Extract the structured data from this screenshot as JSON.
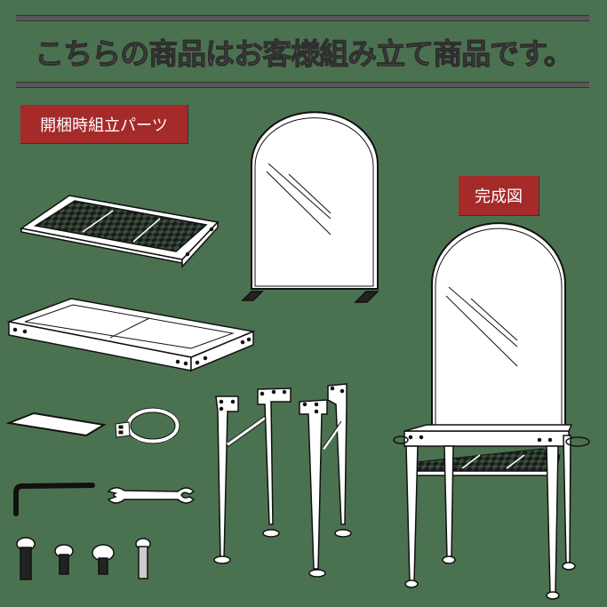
{
  "header": {
    "headline": "こちらの商品はお客様組み立て商品です。"
  },
  "labels": {
    "parts": "開梱時組立パーツ",
    "completed": "完成図"
  },
  "colors": {
    "background": "#4b7250",
    "headline": "#575757",
    "label_bg": "#a52a2a",
    "label_text": "#ffffff",
    "line": "#111111",
    "fill": "#ffffff"
  },
  "parts": [
    {
      "name": "mesh-shelf"
    },
    {
      "name": "mirror-with-stand"
    },
    {
      "name": "base-frame"
    },
    {
      "name": "plate"
    },
    {
      "name": "ring-holder"
    },
    {
      "name": "legs-set"
    },
    {
      "name": "hex-key"
    },
    {
      "name": "spanner"
    },
    {
      "name": "bolt-long"
    },
    {
      "name": "bolt-flat"
    },
    {
      "name": "bolt-button"
    },
    {
      "name": "bolt-threaded"
    }
  ]
}
